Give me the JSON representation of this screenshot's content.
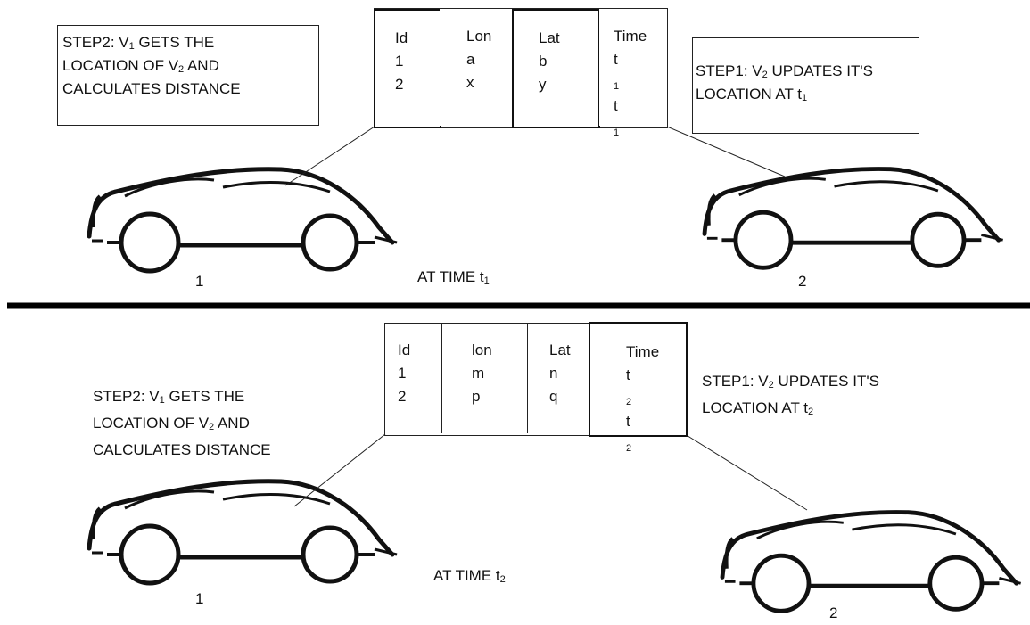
{
  "top": {
    "step2": [
      "STEP2: V",
      "1",
      " GETS THE",
      "LOCATION OF V",
      "2",
      " AND",
      "CALCULATES DISTANCE"
    ],
    "step1": [
      "STEP1: V",
      "2",
      " UPDATES IT'S",
      "LOCATION AT t",
      "1"
    ],
    "table": {
      "headers": [
        "Id",
        "Lon",
        "Lat",
        "Time"
      ],
      "col_id": [
        "1",
        "2"
      ],
      "col_lon": [
        "a",
        "x"
      ],
      "col_lat": [
        "b",
        "y"
      ],
      "col_time_base": [
        "t",
        "t"
      ],
      "col_time_sub": [
        "1",
        "1"
      ]
    },
    "time_label_base": "AT TIME t",
    "time_label_sub": "1",
    "car_left_label": "1",
    "car_right_label": "2"
  },
  "bottom": {
    "step2": [
      "STEP2: V",
      "1",
      " GETS THE",
      "LOCATION OF V",
      "2",
      " AND",
      "CALCULATES DISTANCE"
    ],
    "step1": [
      "STEP1: V",
      "2",
      " UPDATES IT'S",
      "LOCATION AT t",
      "2"
    ],
    "table": {
      "headers": [
        "Id",
        "lon",
        "Lat",
        "Time"
      ],
      "col_id": [
        "1",
        "2"
      ],
      "col_lon": [
        "m",
        "p"
      ],
      "col_lat": [
        "n",
        "q"
      ],
      "col_time_base": [
        "t",
        "t"
      ],
      "col_time_sub": [
        "2",
        "2"
      ]
    },
    "time_label_base": "AT TIME t",
    "time_label_sub": "2",
    "car_left_label": "1",
    "car_right_label": "2"
  }
}
